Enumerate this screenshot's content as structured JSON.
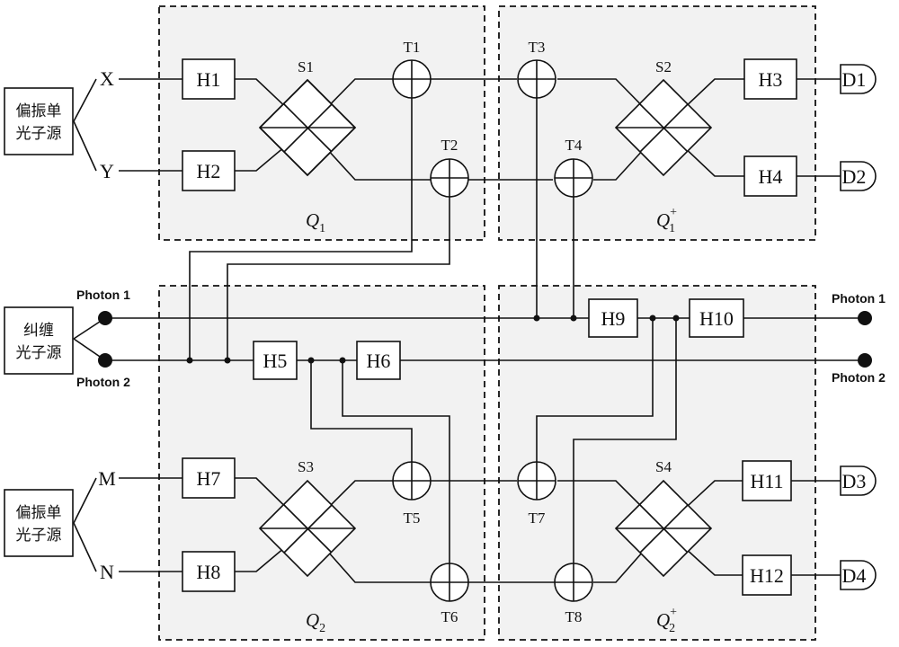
{
  "sources": {
    "polarized_top": [
      "偏振单",
      "光子源"
    ],
    "entangled": [
      "纠缠",
      "光子源"
    ],
    "polarized_bottom": [
      "偏振单",
      "光子源"
    ]
  },
  "inputs": {
    "x": "X",
    "y": "Y",
    "m": "M",
    "n": "N"
  },
  "photons": {
    "left_1": "Photon 1",
    "left_2": "Photon 2",
    "right_1": "Photon 1",
    "right_2": "Photon 2"
  },
  "hadamards": {
    "h1": "H1",
    "h2": "H2",
    "h3": "H3",
    "h4": "H4",
    "h5": "H5",
    "h6": "H6",
    "h7": "H7",
    "h8": "H8",
    "h9": "H9",
    "h10": "H10",
    "h11": "H11",
    "h12": "H12"
  },
  "splitters": {
    "s1": "S1",
    "s2": "S2",
    "s3": "S3",
    "s4": "S4"
  },
  "targets": {
    "t1": "T1",
    "t2": "T2",
    "t3": "T3",
    "t4": "T4",
    "t5": "T5",
    "t6": "T6",
    "t7": "T7",
    "t8": "T8"
  },
  "detectors": {
    "d1": "D1",
    "d2": "D2",
    "d3": "D3",
    "d4": "D4"
  },
  "regions": {
    "q1": {
      "base": "Q",
      "sub": "1",
      "sup": ""
    },
    "q1_dagger": {
      "base": "Q",
      "sub": "1",
      "sup": "+"
    },
    "q2": {
      "base": "Q",
      "sub": "2",
      "sup": ""
    },
    "q2_dagger": {
      "base": "Q",
      "sub": "2",
      "sup": "+"
    }
  }
}
